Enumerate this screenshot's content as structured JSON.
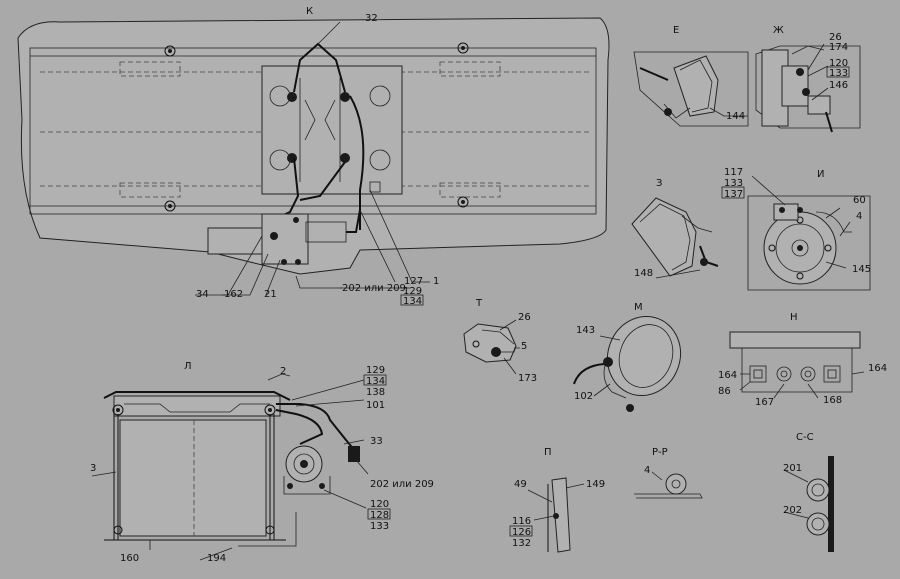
{
  "views": {
    "K": "К",
    "E": "Е",
    "ZH": "Ж",
    "Z": "З",
    "I": "И",
    "T": "Т",
    "M": "М",
    "N": "Н",
    "L": "Л",
    "P": "П",
    "RR": "Р-Р",
    "SS": "С-С"
  },
  "callouts": {
    "k_32": "32",
    "k_34": "34",
    "k_162": "162",
    "k_21": "21",
    "k_202_209": "202 или 209",
    "k_127": "127",
    "k_1": "1",
    "k_129": "129",
    "k_134": "134",
    "e_144": "144",
    "zh_26": "26",
    "zh_174": "174",
    "zh_120": "120",
    "zh_133": "133",
    "zh_146": "146",
    "z_148": "148",
    "i_117": "117",
    "i_133": "133",
    "i_137": "137",
    "i_60": "60",
    "i_4": "4",
    "i_145": "145",
    "t_26": "26",
    "t_5": "5",
    "t_173": "173",
    "m_143": "143",
    "m_102": "102",
    "n_164a": "164",
    "n_86": "86",
    "n_167": "167",
    "n_168": "168",
    "n_164b": "164",
    "l_2": "2",
    "l_129": "129",
    "l_134": "134",
    "l_138": "138",
    "l_101": "101",
    "l_33": "33",
    "l_3": "3",
    "l_202_209": "202 или 209",
    "l_120": "120",
    "l_128": "128",
    "l_133": "133",
    "l_160": "160",
    "l_194": "194",
    "p_49": "49",
    "p_149": "149",
    "p_116": "116",
    "p_126": "126",
    "p_132": "132",
    "rr_4": "4",
    "ss_201": "201",
    "ss_202": "202"
  }
}
